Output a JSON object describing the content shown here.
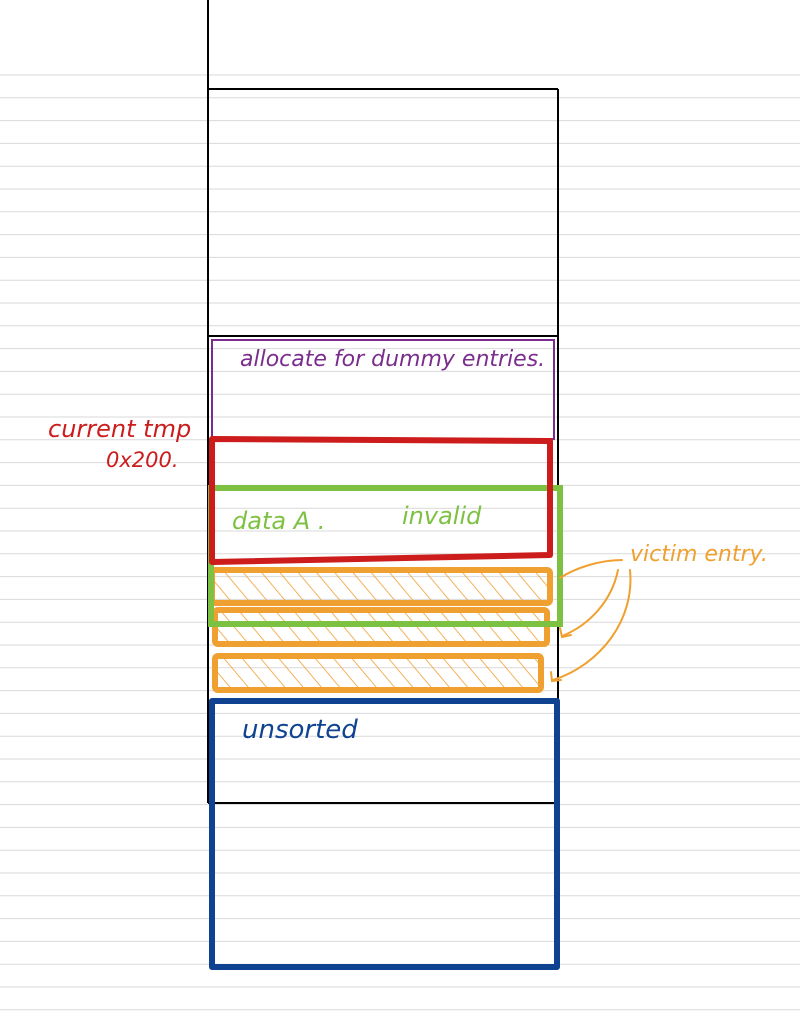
{
  "labels": {
    "dummy": "allocate for dummy entries.",
    "current_line1": "current tmp",
    "current_line2": "0x200.",
    "data_a": "data A .",
    "invalid": "invalid",
    "victim": "victim entry.",
    "unsorted": "unsorted"
  },
  "colors": {
    "paper": "#ffffff",
    "ruled_line": "#d9d9d9",
    "memory_outline": "#000000",
    "dummy": "#7b2d8e",
    "current_tmp": "#cc1c1c",
    "data_a": "#7cc142",
    "victim": "#f0a030",
    "unsorted": "#0f4290"
  }
}
